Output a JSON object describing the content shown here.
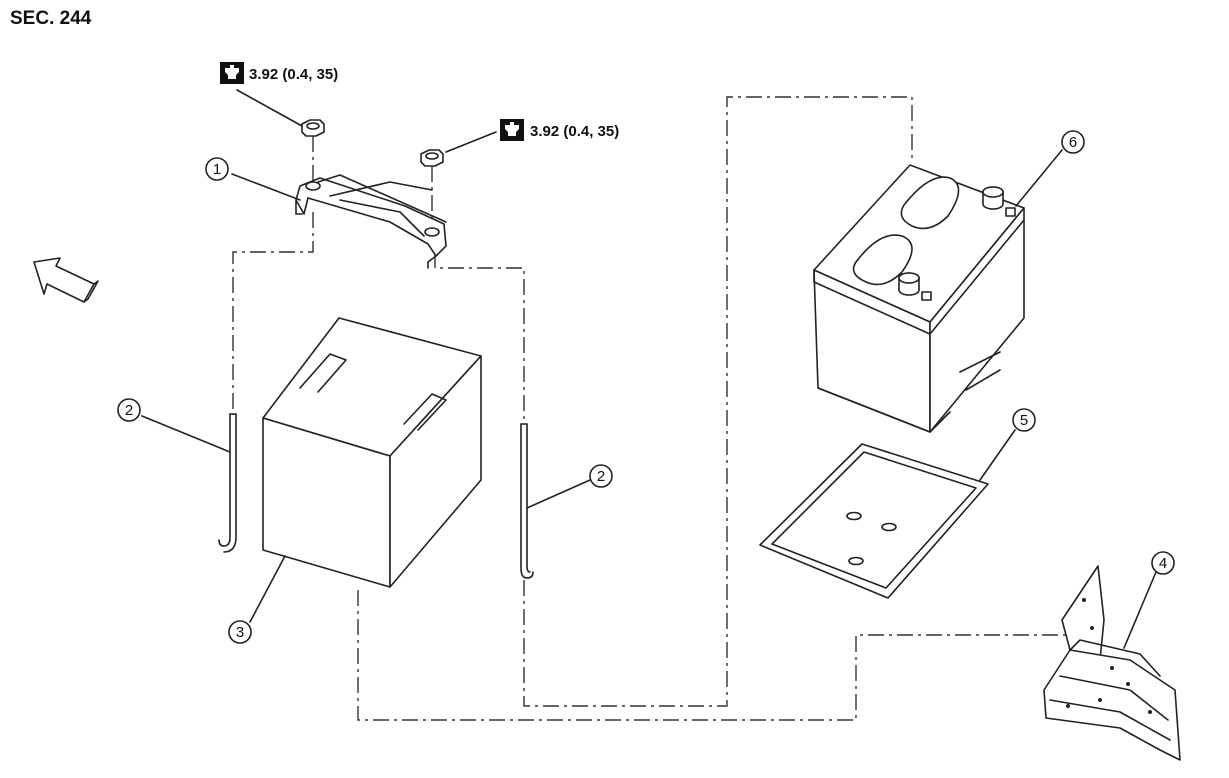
{
  "section_label": "SEC. 244",
  "torque_specs": [
    {
      "value": "3.92 (0.4, 35)",
      "icon": "torque-wrench-icon"
    },
    {
      "value": "3.92 (0.4, 35)",
      "icon": "torque-wrench-icon"
    }
  ],
  "callouts": [
    "1",
    "2",
    "2",
    "3",
    "4",
    "5",
    "6"
  ],
  "direction_icon": "front-arrow-icon"
}
